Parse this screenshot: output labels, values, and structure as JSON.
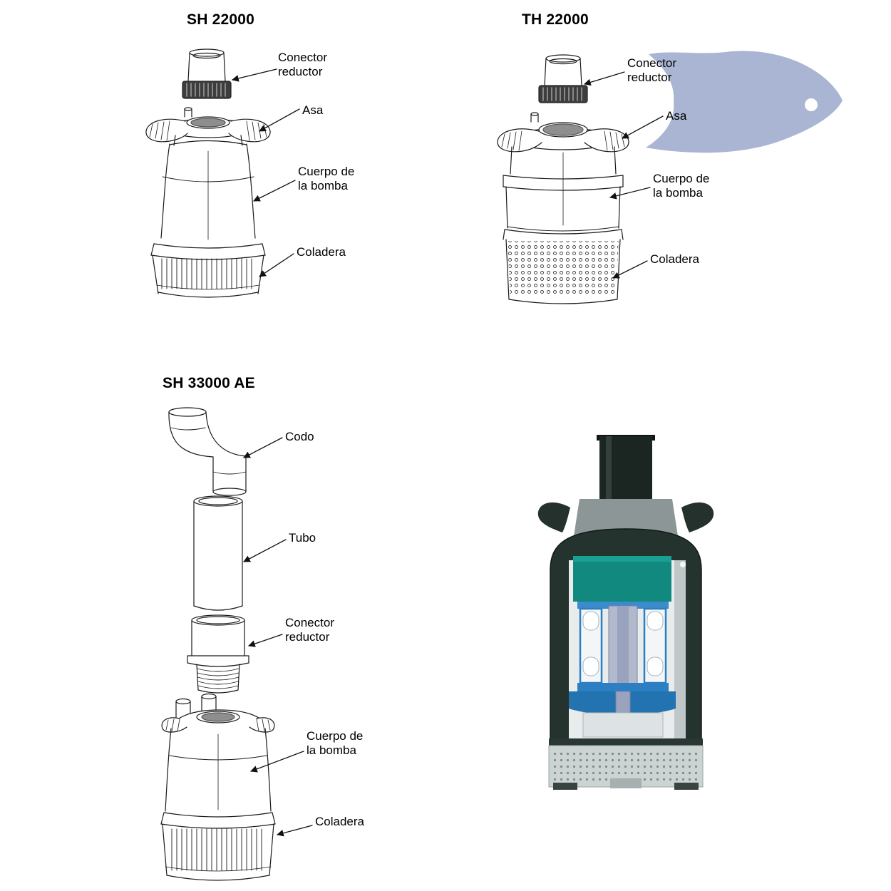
{
  "page": {
    "background": "#ffffff"
  },
  "logo": {
    "name": "fish-logo",
    "color": "#a9b5d2"
  },
  "figures": [
    {
      "id": "sh22000",
      "title": "SH 22000",
      "labels": [
        {
          "text": "Conector\nreductor"
        },
        {
          "text": "Asa"
        },
        {
          "text": "Cuerpo de\nla bomba"
        },
        {
          "text": "Coladera"
        }
      ]
    },
    {
      "id": "th22000",
      "title": "TH 22000",
      "labels": [
        {
          "text": "Conector\nreductor"
        },
        {
          "text": "Asa"
        },
        {
          "text": "Cuerpo de\nla bomba"
        },
        {
          "text": "Coladera"
        }
      ]
    },
    {
      "id": "sh33000ae",
      "title": "SH 33000 AE",
      "labels": [
        {
          "text": "Codo"
        },
        {
          "text": "Tubo"
        },
        {
          "text": "Conector\nreductor"
        },
        {
          "text": "Cuerpo de\nla bomba"
        },
        {
          "text": "Coladera"
        }
      ]
    }
  ],
  "cutaway": {
    "name": "pump-cutaway-illustration",
    "colors": {
      "shell": "#24332e",
      "motor_top": "#12897e",
      "internals": "#2b7fc2",
      "shaft": "#9aa3bd",
      "strainer": "#ccd3d3"
    }
  }
}
